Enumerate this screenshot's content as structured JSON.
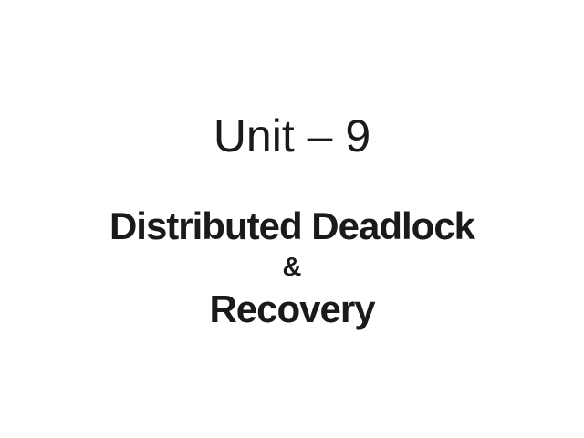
{
  "slide": {
    "background_color": "#ffffff",
    "text_color": "#1a1a1a",
    "unit_title": "Unit – 9",
    "subtitle": {
      "line1": "Distributed Deadlock",
      "line2": "&",
      "line3": "Recovery"
    }
  }
}
